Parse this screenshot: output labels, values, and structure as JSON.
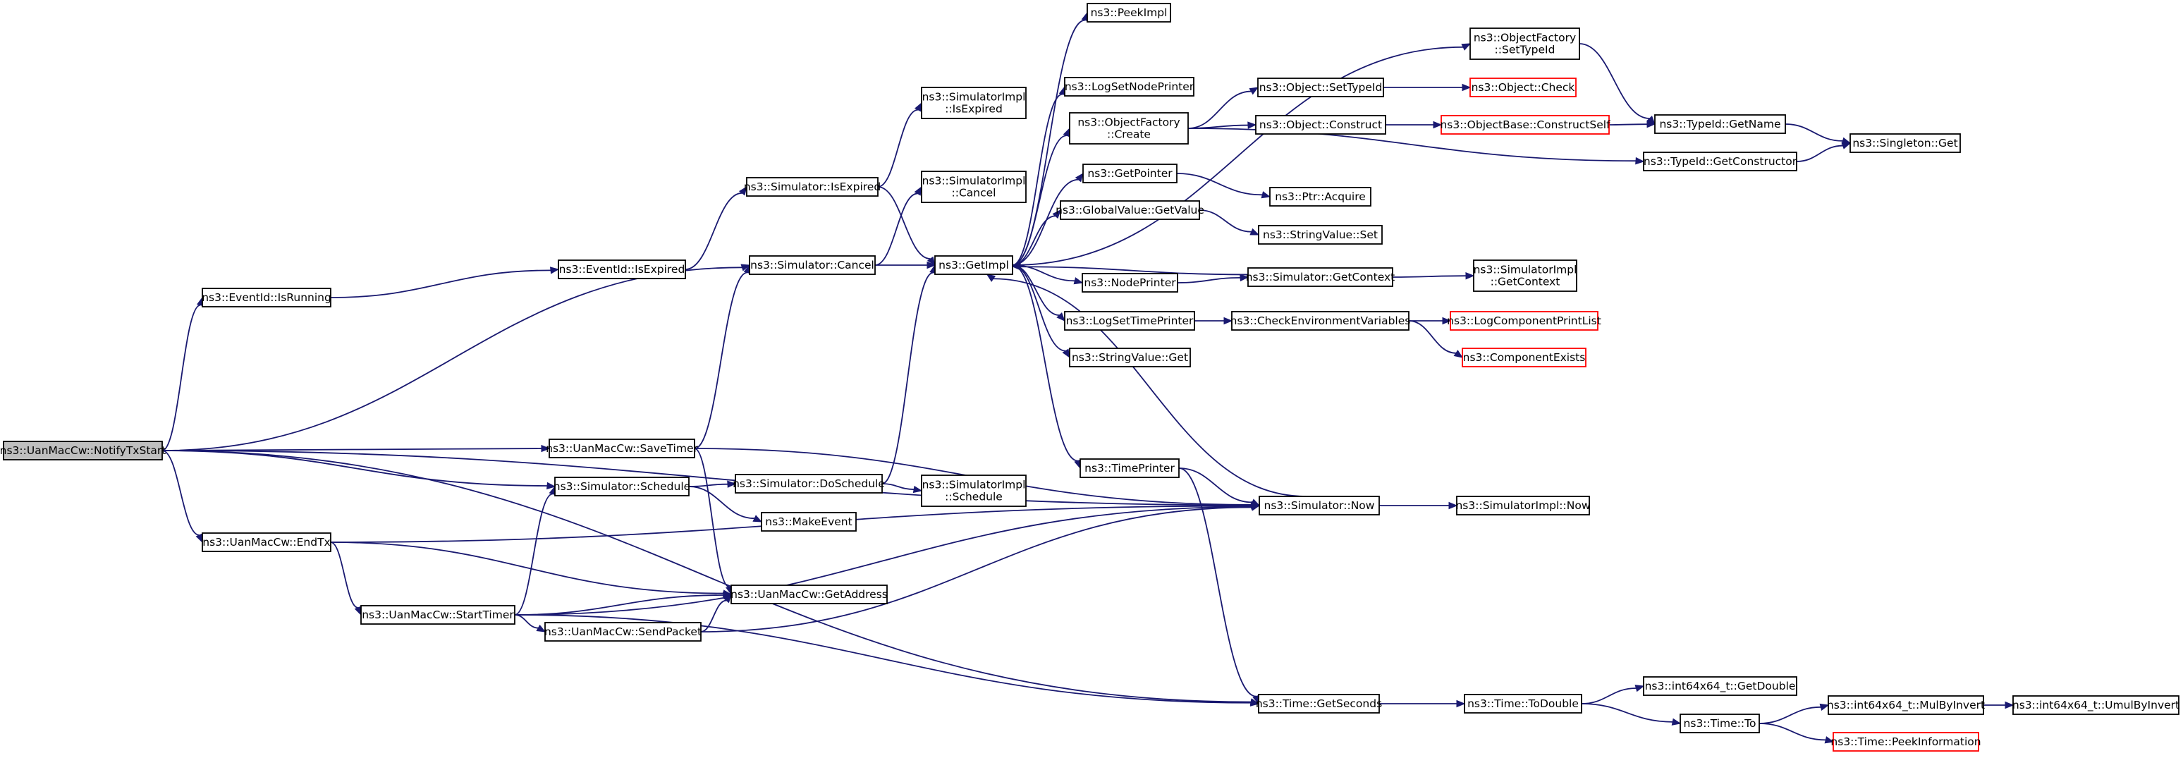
{
  "colors": {
    "edge": "#191970",
    "missing_border": "#ff0000",
    "root_fill": "#bfbfbf"
  },
  "nodes": [
    {
      "id": "notify",
      "lines": [
        "ns3::UanMacCw::NotifyTxStart"
      ],
      "root": true
    },
    {
      "id": "evIsRunning",
      "lines": [
        "ns3::EventId::IsRunning"
      ]
    },
    {
      "id": "evIsExpired",
      "lines": [
        "ns3::EventId::IsExpired"
      ]
    },
    {
      "id": "simIsExpired",
      "lines": [
        "ns3::Simulator::IsExpired"
      ]
    },
    {
      "id": "siIsExpired",
      "lines": [
        "ns3::SimulatorImpl",
        "::IsExpired"
      ]
    },
    {
      "id": "peekImpl",
      "lines": [
        "ns3::PeekImpl"
      ]
    },
    {
      "id": "objFactorySetTypeId",
      "lines": [
        "ns3::ObjectFactory",
        "::SetTypeId"
      ]
    },
    {
      "id": "logSetNodePrinter",
      "lines": [
        "ns3::LogSetNodePrinter"
      ]
    },
    {
      "id": "objSetTypeId",
      "lines": [
        "ns3::Object::SetTypeId"
      ]
    },
    {
      "id": "objCheck",
      "lines": [
        "ns3::Object::Check"
      ],
      "missing": true
    },
    {
      "id": "objFactoryCreate",
      "lines": [
        "ns3::ObjectFactory",
        "::Create"
      ]
    },
    {
      "id": "objConstruct",
      "lines": [
        "ns3::Object::Construct"
      ]
    },
    {
      "id": "objBaseConstructSelf",
      "lines": [
        "ns3::ObjectBase::ConstructSelf"
      ],
      "missing": true
    },
    {
      "id": "typeIdGetName",
      "lines": [
        "ns3::TypeId::GetName"
      ]
    },
    {
      "id": "singletonGet",
      "lines": [
        "ns3::Singleton::Get"
      ]
    },
    {
      "id": "typeIdGetConstructor",
      "lines": [
        "ns3::TypeId::GetConstructor"
      ]
    },
    {
      "id": "getPointer",
      "lines": [
        "ns3::GetPointer"
      ]
    },
    {
      "id": "ptrAcquire",
      "lines": [
        "ns3::Ptr::Acquire"
      ]
    },
    {
      "id": "siCancel",
      "lines": [
        "ns3::SimulatorImpl",
        "::Cancel"
      ]
    },
    {
      "id": "gvGetValue",
      "lines": [
        "ns3::GlobalValue::GetValue"
      ]
    },
    {
      "id": "svSet",
      "lines": [
        "ns3::StringValue::Set"
      ]
    },
    {
      "id": "simCancel",
      "lines": [
        "ns3::Simulator::Cancel"
      ]
    },
    {
      "id": "getImpl",
      "lines": [
        "ns3::GetImpl"
      ]
    },
    {
      "id": "nodePrinter",
      "lines": [
        "ns3::NodePrinter"
      ]
    },
    {
      "id": "simGetContext",
      "lines": [
        "ns3::Simulator::GetContext"
      ]
    },
    {
      "id": "siGetContext",
      "lines": [
        "ns3::SimulatorImpl",
        "::GetContext"
      ]
    },
    {
      "id": "logSetTimePrinter",
      "lines": [
        "ns3::LogSetTimePrinter"
      ]
    },
    {
      "id": "checkEnv",
      "lines": [
        "ns3::CheckEnvironmentVariables"
      ]
    },
    {
      "id": "logCompPrintList",
      "lines": [
        "ns3::LogComponentPrintList"
      ],
      "missing": true
    },
    {
      "id": "compExists",
      "lines": [
        "ns3::ComponentExists"
      ],
      "missing": true
    },
    {
      "id": "svGet",
      "lines": [
        "ns3::StringValue::Get"
      ]
    },
    {
      "id": "saveTimer",
      "lines": [
        "ns3::UanMacCw::SaveTimer"
      ]
    },
    {
      "id": "timePrinter",
      "lines": [
        "ns3::TimePrinter"
      ]
    },
    {
      "id": "simSchedule",
      "lines": [
        "ns3::Simulator::Schedule"
      ]
    },
    {
      "id": "simDoSchedule",
      "lines": [
        "ns3::Simulator::DoSchedule"
      ]
    },
    {
      "id": "siSchedule",
      "lines": [
        "ns3::SimulatorImpl",
        "::Schedule"
      ]
    },
    {
      "id": "simNow",
      "lines": [
        "ns3::Simulator::Now"
      ]
    },
    {
      "id": "siNow",
      "lines": [
        "ns3::SimulatorImpl::Now"
      ]
    },
    {
      "id": "makeEvent",
      "lines": [
        "ns3::MakeEvent"
      ]
    },
    {
      "id": "endTx",
      "lines": [
        "ns3::UanMacCw::EndTx"
      ]
    },
    {
      "id": "getAddress",
      "lines": [
        "ns3::UanMacCw::GetAddress"
      ]
    },
    {
      "id": "startTimer",
      "lines": [
        "ns3::UanMacCw::StartTimer"
      ]
    },
    {
      "id": "sendPacket",
      "lines": [
        "ns3::UanMacCw::SendPacket"
      ]
    },
    {
      "id": "getSeconds",
      "lines": [
        "ns3::Time::GetSeconds"
      ]
    },
    {
      "id": "toDouble",
      "lines": [
        "ns3::Time::ToDouble"
      ]
    },
    {
      "id": "i64GetDouble",
      "lines": [
        "ns3::int64x64_t::GetDouble"
      ]
    },
    {
      "id": "timeTo",
      "lines": [
        "ns3::Time::To"
      ]
    },
    {
      "id": "mulByInvert",
      "lines": [
        "ns3::int64x64_t::MulByInvert"
      ]
    },
    {
      "id": "umulByInvert",
      "lines": [
        "ns3::int64x64_t::UmulByInvert"
      ]
    },
    {
      "id": "peekInformation",
      "lines": [
        "ns3::Time::PeekInformation"
      ],
      "missing": true
    }
  ],
  "edges": [
    [
      "notify",
      "evIsRunning"
    ],
    [
      "notify",
      "simCancel"
    ],
    [
      "notify",
      "saveTimer"
    ],
    [
      "notify",
      "simSchedule"
    ],
    [
      "notify",
      "simNow"
    ],
    [
      "notify",
      "endTx"
    ],
    [
      "notify",
      "getSeconds"
    ],
    [
      "evIsRunning",
      "evIsExpired"
    ],
    [
      "evIsExpired",
      "simIsExpired"
    ],
    [
      "simIsExpired",
      "getImpl"
    ],
    [
      "simIsExpired",
      "siIsExpired"
    ],
    [
      "simCancel",
      "getImpl"
    ],
    [
      "simCancel",
      "siCancel"
    ],
    [
      "saveTimer",
      "simCancel"
    ],
    [
      "saveTimer",
      "getAddress"
    ],
    [
      "saveTimer",
      "simNow"
    ],
    [
      "simSchedule",
      "simDoSchedule"
    ],
    [
      "simSchedule",
      "makeEvent"
    ],
    [
      "simDoSchedule",
      "getImpl"
    ],
    [
      "simDoSchedule",
      "siSchedule"
    ],
    [
      "endTx",
      "startTimer"
    ],
    [
      "endTx",
      "getAddress"
    ],
    [
      "endTx",
      "simNow"
    ],
    [
      "startTimer",
      "simSchedule"
    ],
    [
      "startTimer",
      "getAddress"
    ],
    [
      "startTimer",
      "sendPacket"
    ],
    [
      "startTimer",
      "simNow"
    ],
    [
      "startTimer",
      "getSeconds"
    ],
    [
      "sendPacket",
      "getAddress"
    ],
    [
      "sendPacket",
      "simNow"
    ],
    [
      "getImpl",
      "peekImpl"
    ],
    [
      "getImpl",
      "objFactorySetTypeId"
    ],
    [
      "getImpl",
      "logSetNodePrinter"
    ],
    [
      "getImpl",
      "objFactoryCreate"
    ],
    [
      "getImpl",
      "getPointer"
    ],
    [
      "getImpl",
      "gvGetValue"
    ],
    [
      "getImpl",
      "nodePrinter"
    ],
    [
      "getImpl",
      "logSetTimePrinter"
    ],
    [
      "getImpl",
      "svGet"
    ],
    [
      "getImpl",
      "timePrinter"
    ],
    [
      "objFactorySetTypeId",
      "typeIdGetName"
    ],
    [
      "objFactoryCreate",
      "objSetTypeId"
    ],
    [
      "objFactoryCreate",
      "objConstruct"
    ],
    [
      "objFactoryCreate",
      "typeIdGetConstructor"
    ],
    [
      "objSetTypeId",
      "objCheck"
    ],
    [
      "objConstruct",
      "objBaseConstructSelf"
    ],
    [
      "objBaseConstructSelf",
      "typeIdGetName"
    ],
    [
      "typeIdGetName",
      "singletonGet"
    ],
    [
      "typeIdGetConstructor",
      "singletonGet"
    ],
    [
      "getPointer",
      "ptrAcquire"
    ],
    [
      "gvGetValue",
      "svSet"
    ],
    [
      "nodePrinter",
      "simGetContext"
    ],
    [
      "simGetContext",
      "getImpl"
    ],
    [
      "simGetContext",
      "siGetContext"
    ],
    [
      "logSetTimePrinter",
      "checkEnv"
    ],
    [
      "checkEnv",
      "logCompPrintList"
    ],
    [
      "checkEnv",
      "compExists"
    ],
    [
      "timePrinter",
      "simNow"
    ],
    [
      "timePrinter",
      "getSeconds"
    ],
    [
      "simNow",
      "getImpl"
    ],
    [
      "simNow",
      "siNow"
    ],
    [
      "getSeconds",
      "toDouble"
    ],
    [
      "toDouble",
      "i64GetDouble"
    ],
    [
      "toDouble",
      "timeTo"
    ],
    [
      "timeTo",
      "mulByInvert"
    ],
    [
      "timeTo",
      "peekInformation"
    ],
    [
      "mulByInvert",
      "umulByInvert"
    ]
  ]
}
